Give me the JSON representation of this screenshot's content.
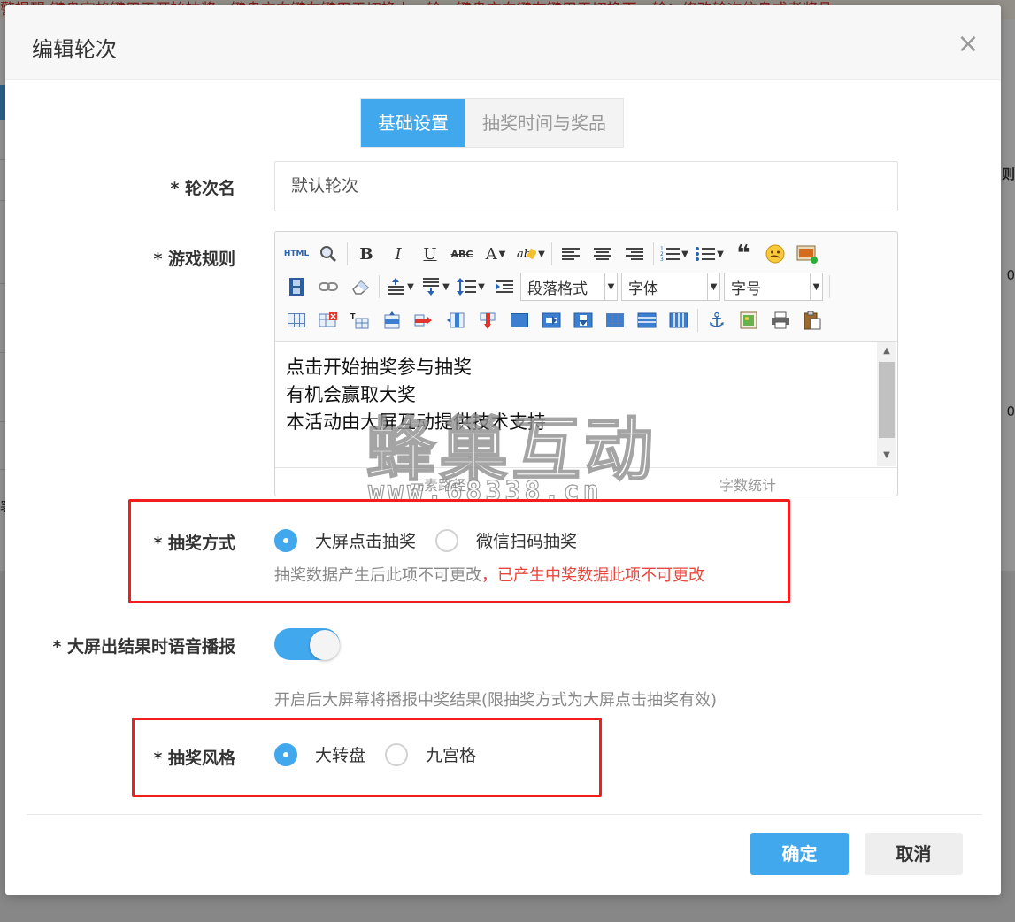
{
  "background": {
    "notice": "警提醒:键盘空格键用于开始抽奖，键盘方向键左键用于切换上一轮，键盘方向键右键用于切换下一轮；修改轮次信息或者奖品",
    "right_label": "则",
    "right_value_1": "0",
    "right_value_2": "0",
    "left_char": "署"
  },
  "dialog": {
    "title": "编辑轮次",
    "close": "×"
  },
  "tabs": [
    {
      "label": "基础设置",
      "active": true
    },
    {
      "label": "抽奖时间与奖品",
      "active": false
    }
  ],
  "form": {
    "round_name": {
      "label": "* 轮次名",
      "value": "默认轮次"
    },
    "game_rules": {
      "label": "* 游戏规则",
      "content": [
        "点击开始抽奖参与抽奖",
        "有机会赢取大奖",
        "本活动由大屏互动提供技术支持"
      ],
      "footer_path": "元素路径:",
      "footer_count": "字数统计"
    },
    "draw_method": {
      "label": "* 抽奖方式",
      "options": [
        "大屏点击抽奖",
        "微信扫码抽奖"
      ],
      "selected": 0,
      "hint": "抽奖数据产生后此项不可更改",
      "hint_warn": "，已产生中奖数据此项不可更改"
    },
    "voice_broadcast": {
      "label": "* 大屏出结果时语音播报",
      "enabled": true,
      "hint": "开启后大屏幕将播报中奖结果(限抽奖方式为大屏点击抽奖有效)"
    },
    "draw_style": {
      "label": "* 抽奖风格",
      "options": [
        "大转盘",
        "九宫格"
      ],
      "selected": 0
    }
  },
  "editor_toolbar": {
    "html": "HTML",
    "bold": "B",
    "italic": "I",
    "underline": "U",
    "strike": "ABC",
    "font_color": "A",
    "paragraph": "段落格式",
    "font_family": "字体",
    "font_size": "字号"
  },
  "watermark": {
    "brand": "蜂巢互动",
    "url": "www.68338.cn"
  },
  "footer": {
    "ok": "确定",
    "cancel": "取消"
  },
  "colors": {
    "accent": "#42a8ee",
    "highlight": "#f21d1d",
    "warn": "#e9453c"
  }
}
